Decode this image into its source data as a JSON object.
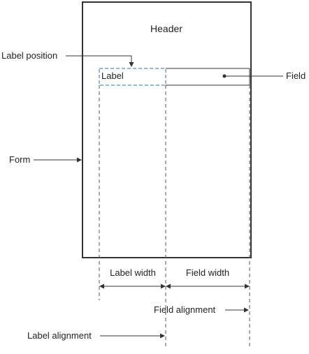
{
  "diagram": {
    "header_text": "Header",
    "label_text": "Label",
    "annotations": {
      "label_position": "Label position",
      "field": "Field",
      "form": "Form",
      "label_width": "Label width",
      "field_width": "Field width",
      "field_alignment": "Field alignment",
      "label_alignment": "Label alignment"
    },
    "colors": {
      "line": "#333333",
      "dashed_line": "#555555",
      "label_box": "#6aa3cf",
      "text": "#222222"
    }
  }
}
